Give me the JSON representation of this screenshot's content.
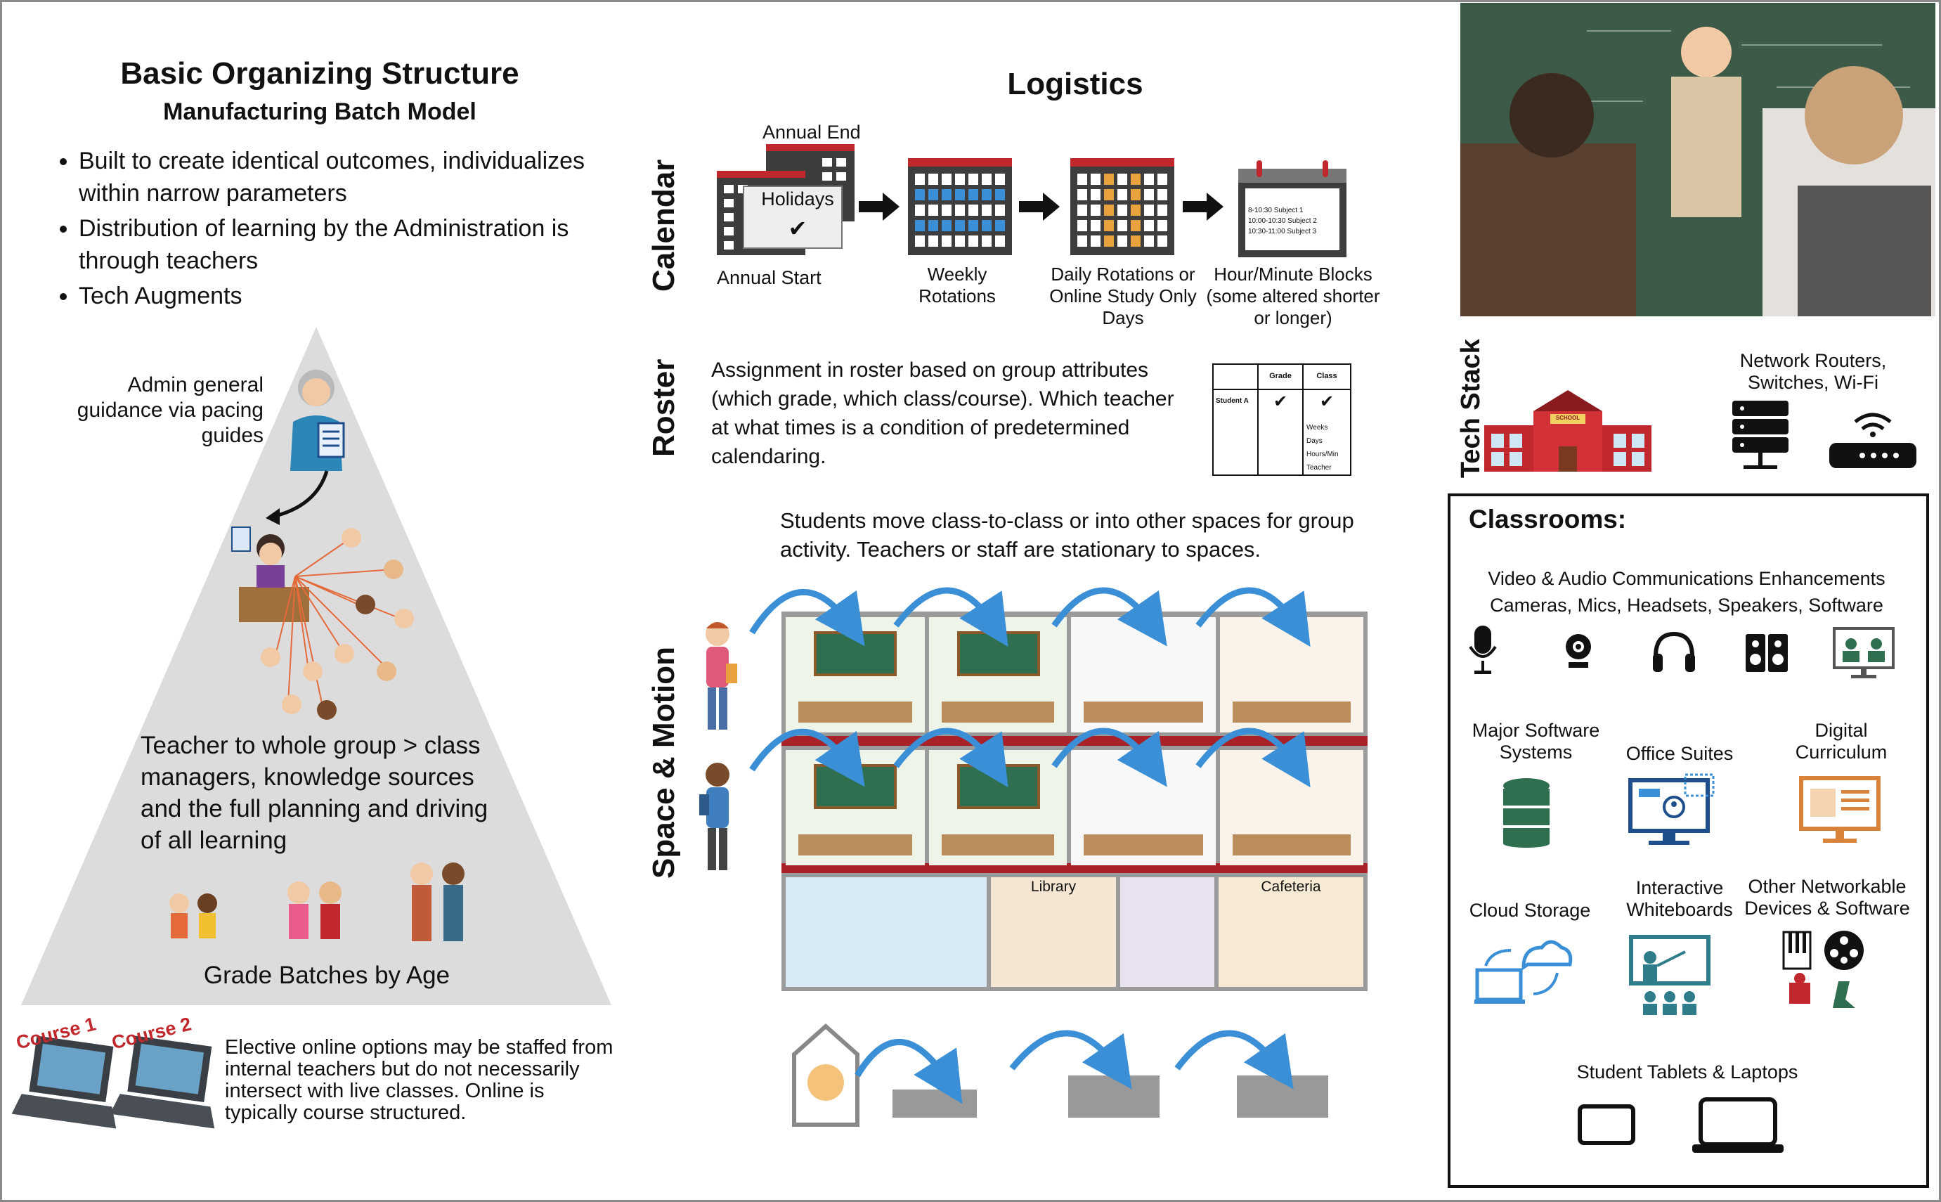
{
  "left": {
    "title": "Basic Organizing Structure",
    "subtitle": "Manufacturing Batch Model",
    "bullets": [
      "Built to create identical outcomes, individualizes within narrow parameters",
      "Distribution of learning by the Administration is through teachers",
      "Tech Augments"
    ],
    "admin_label": "Admin general guidance via pacing guides",
    "teacher_text": "Teacher to whole group > class managers, knowledge sources and the full planning and driving of all learning",
    "grade_label": "Grade Batches by Age",
    "course1": "Course 1",
    "course2": "Course 2",
    "elective_text": "Elective online options may be staffed from internal teachers but do not necessarily intersect with live classes. Online is typically course structured."
  },
  "logistics": {
    "title": "Logistics",
    "calendar_label": "Calendar",
    "annual_end": "Annual End",
    "holidays": "Holidays",
    "check": "✔",
    "annual_start": "Annual Start",
    "weekly": "Weekly Rotations",
    "daily": "Daily Rotations or Online Study Only Days",
    "hour": "Hour/Minute Blocks (some altered shorter or longer)",
    "schedule_lines": [
      "8-10:30  Subject 1",
      "10:00-10:30  Subject 2",
      "10:30-11:00 Subject 3"
    ],
    "roster_label": "Roster",
    "roster_text": "Assignment in roster based on group attributes (which grade, which class/course). Which teacher at what times is a condition of predetermined calendaring.",
    "roster_table": {
      "headers": [
        "Grade",
        "Class"
      ],
      "row": "Student A",
      "marks": [
        "✔",
        "✔"
      ],
      "extra": [
        "Weeks",
        "Days",
        "Hours/Min",
        "Teacher"
      ]
    },
    "space_label": "Space & Motion",
    "space_text": "Students move class-to-class or into other spaces for group activity. Teachers or staff are stationary to spaces.",
    "library": "Library",
    "cafeteria": "Cafeteria"
  },
  "tech": {
    "label": "Tech Stack",
    "network": "Network Routers, Switches, Wi-Fi",
    "school_sign": "SCHOOL",
    "classrooms_title": "Classrooms:",
    "av": "Video & Audio Communications Enhancements",
    "av_items": "Cameras, Mics, Headsets, Speakers, Software",
    "major": "Major Software Systems",
    "office": "Office Suites",
    "digital": "Digital Curriculum",
    "cloud": "Cloud Storage",
    "interactive": "Interactive Whiteboards",
    "other": "Other Networkable Devices & Software",
    "tablets": "Student Tablets & Laptops"
  },
  "colors": {
    "red": "#c0282d",
    "blue": "#3a8fd6",
    "orange": "#e8a13c",
    "green": "#2f6e4f",
    "navy": "#1f4e8c",
    "gray": "#d9d9d9"
  }
}
